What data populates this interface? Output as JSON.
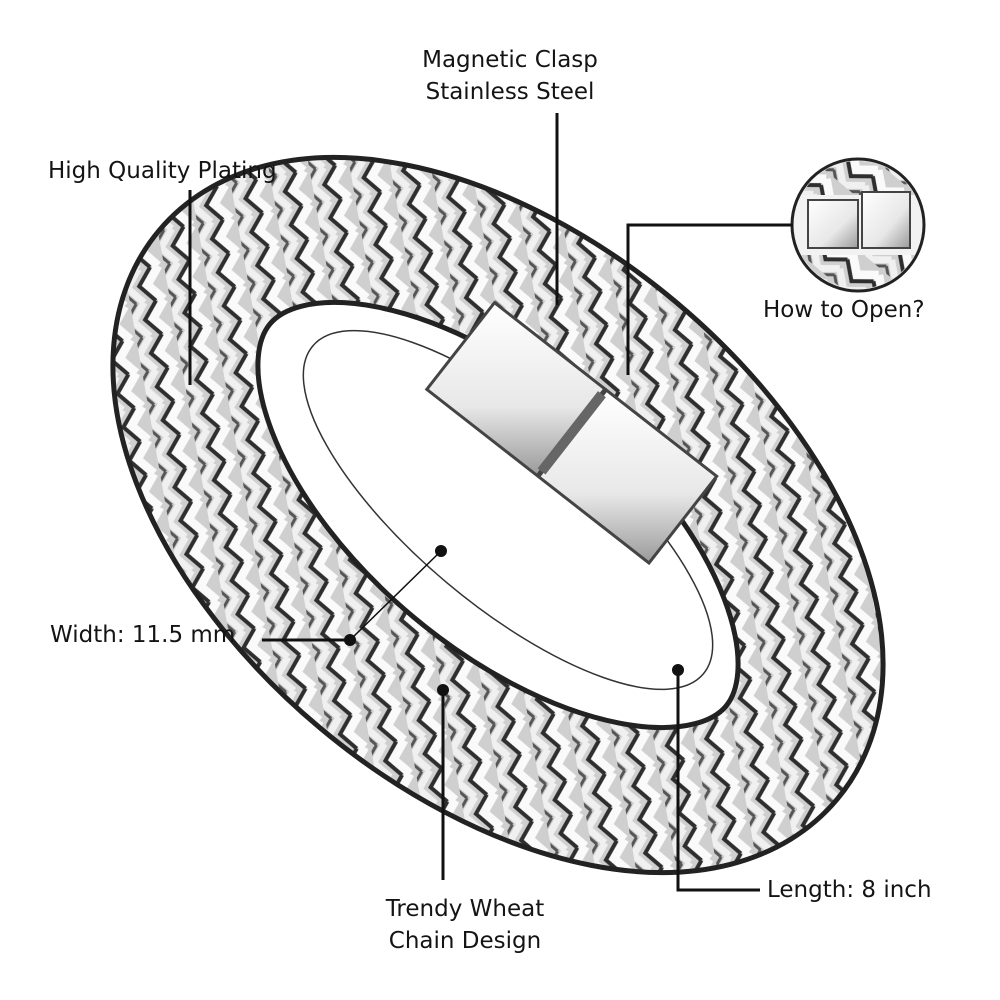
{
  "labels": {
    "clasp_line1": "Magnetic Clasp",
    "clasp_line2": "Stainless Steel",
    "plating": "High Quality Plating",
    "how_to_open": "How to Open?",
    "width": "Width: 11.5 mm",
    "design_line1": "Trendy Wheat",
    "design_line2": "Chain Design",
    "length": "Length: 8 inch"
  },
  "colors": {
    "background": "#ffffff",
    "text": "#141414",
    "leader_line": "#111111",
    "steel_light": "#f4f4f4",
    "steel_dark": "#3a3a3a"
  },
  "icons": {
    "inset": "clasp-open-detail-image",
    "product": "wheat-chain-bracelet-image"
  }
}
